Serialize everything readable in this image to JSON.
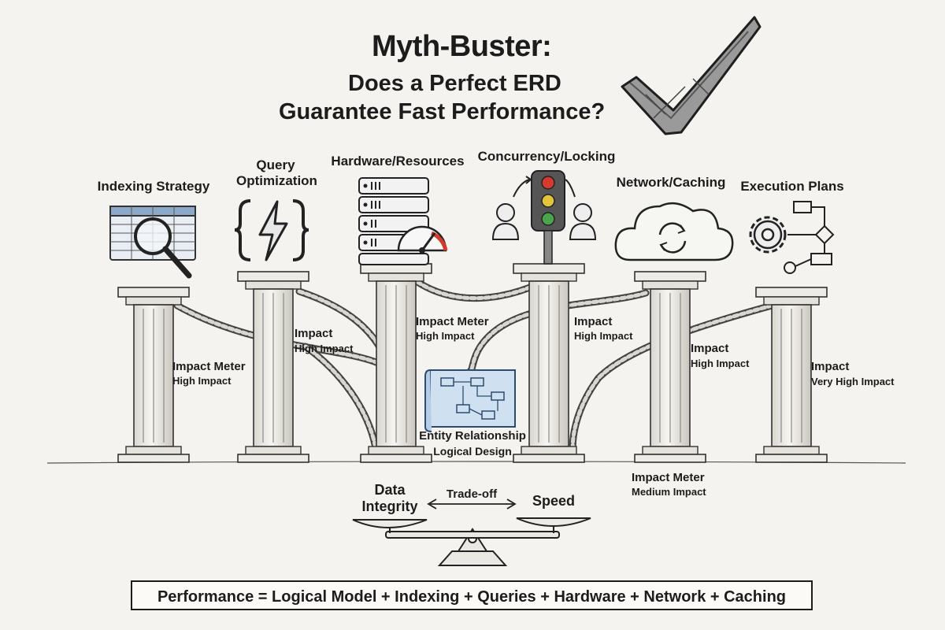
{
  "title": {
    "line1": "Myth-Buster:",
    "line2": "Does a Perfect ERD",
    "line3": "Guarantee Fast Performance?"
  },
  "pillars": [
    {
      "label": "Indexing Strategy",
      "icon": "table-magnifier-icon",
      "impact_title": "Impact Meter",
      "impact_level": "High Impact"
    },
    {
      "label": "Query Optimization",
      "icon": "lightning-braces-icon",
      "impact_title": "Impact",
      "impact_level": "High Impact"
    },
    {
      "label": "Hardware/Resources",
      "icon": "server-gauge-icon",
      "impact_title": "Impact Meter",
      "impact_level": "High Impact"
    },
    {
      "label": "Concurrency/Locking",
      "icon": "traffic-light-users-icon",
      "impact_title": "Impact",
      "impact_level": "High Impact"
    },
    {
      "label": "Network/Caching",
      "icon": "cloud-refresh-icon",
      "impact_title": "Impact",
      "impact_level": "High Impact"
    },
    {
      "label": "Execution Plans",
      "icon": "gear-flowchart-icon",
      "impact_title": "Impact",
      "impact_level": "Very High Impact"
    }
  ],
  "erd": {
    "icon": "blueprint-icon",
    "line1": "Entity Relationship",
    "line2": "Logical Design"
  },
  "network_meter": {
    "title": "Impact Meter",
    "level": "Medium Impact"
  },
  "tradeoff": {
    "left_line1": "Data",
    "left_line2": "Integrity",
    "middle": "Trade-off",
    "right": "Speed",
    "icon": "balance-scale-icon"
  },
  "checkmark_icon": "checkmark-icon",
  "formula": "Performance = Logical Model + Indexing + Queries + Hardware + Network + Caching"
}
